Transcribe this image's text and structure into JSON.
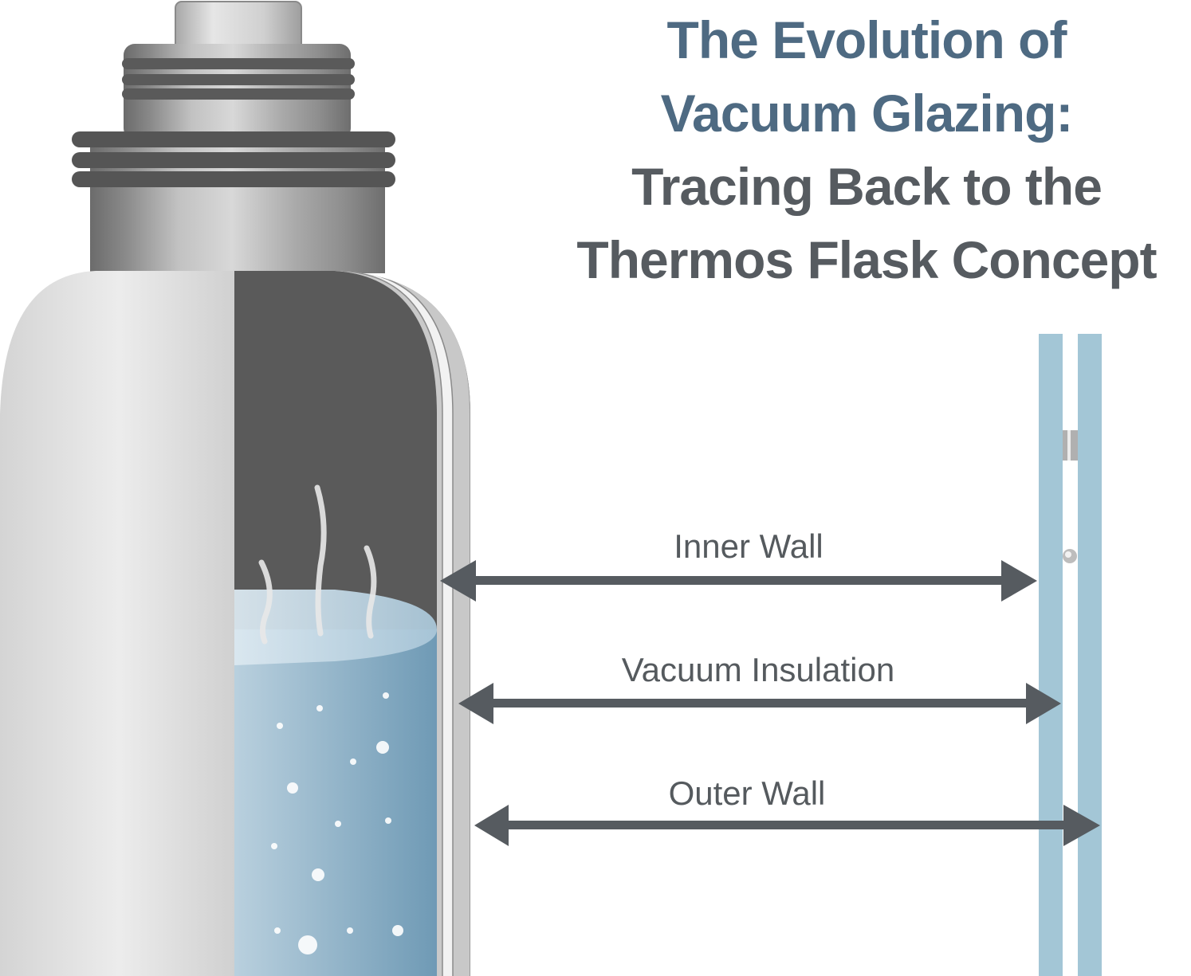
{
  "title": {
    "line1": "The Evolution of",
    "line2": "Vacuum Glazing:",
    "line3": "Tracing Back to the",
    "line4": "Thermos Flask Concept",
    "accent_color": "#4e6a82",
    "dark_color": "#565b60"
  },
  "labels": {
    "inner_wall": "Inner Wall",
    "vacuum_insulation": "Vacuum Insulation",
    "outer_wall": "Outer Wall"
  },
  "colors": {
    "arrow": "#565b60",
    "glass": "#a3c6d6",
    "liquid": "#8fb4ca",
    "flask_interior": "#5a5a5a"
  }
}
